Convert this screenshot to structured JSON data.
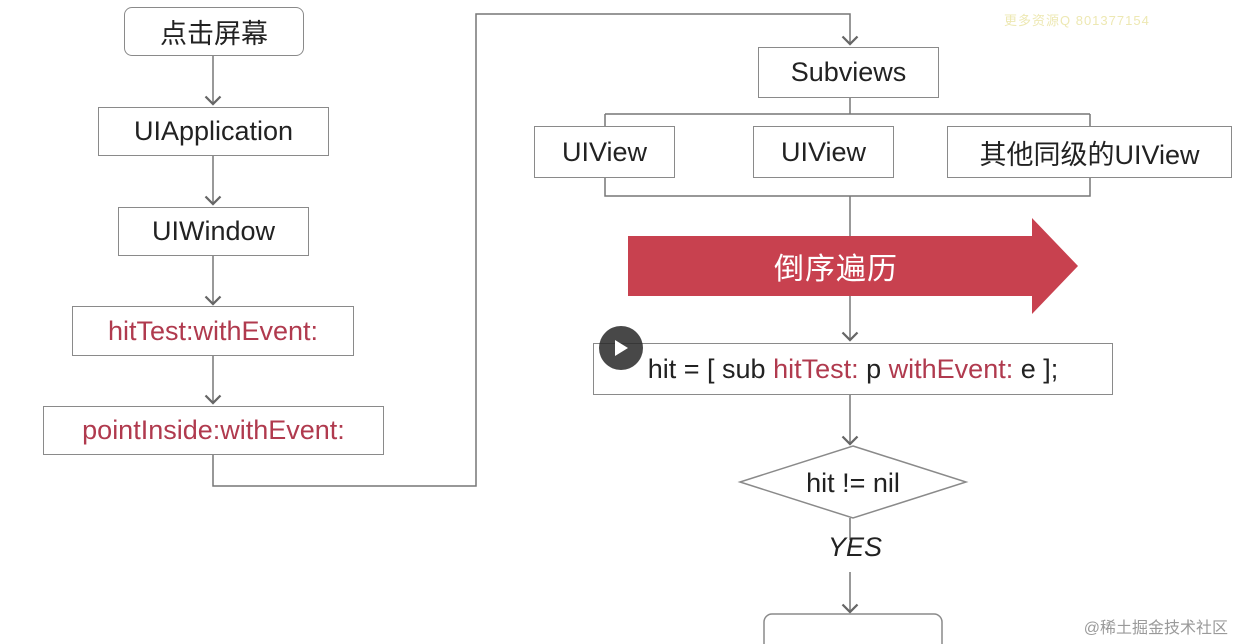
{
  "nodes": {
    "tap_screen": "点击屏幕",
    "ui_application": "UIApplication",
    "ui_window": "UIWindow",
    "hit_test": "hitTest:withEvent:",
    "point_inside": "pointInside:withEvent:",
    "subviews": "Subviews",
    "uiview_1": "UIView",
    "uiview_2": "UIView",
    "uiview_other": "其他同级的UIView",
    "reverse_traverse": "倒序遍历",
    "hit_condition": "hit != nil",
    "yes_label": "YES"
  },
  "code_line": {
    "part1": "hit = [ sub ",
    "kw1": "hitTest:",
    "part2": " p ",
    "kw2": "withEvent:",
    "part3": " e ];"
  },
  "watermarks": {
    "top": "更多资源Q  801377154",
    "bottom": "@稀土掘金技术社区"
  },
  "colors": {
    "accent_red": "#b03a4e",
    "banner_red": "#c8414f",
    "border_gray": "#8a8a8a"
  },
  "icons": {
    "play": "play-icon"
  }
}
